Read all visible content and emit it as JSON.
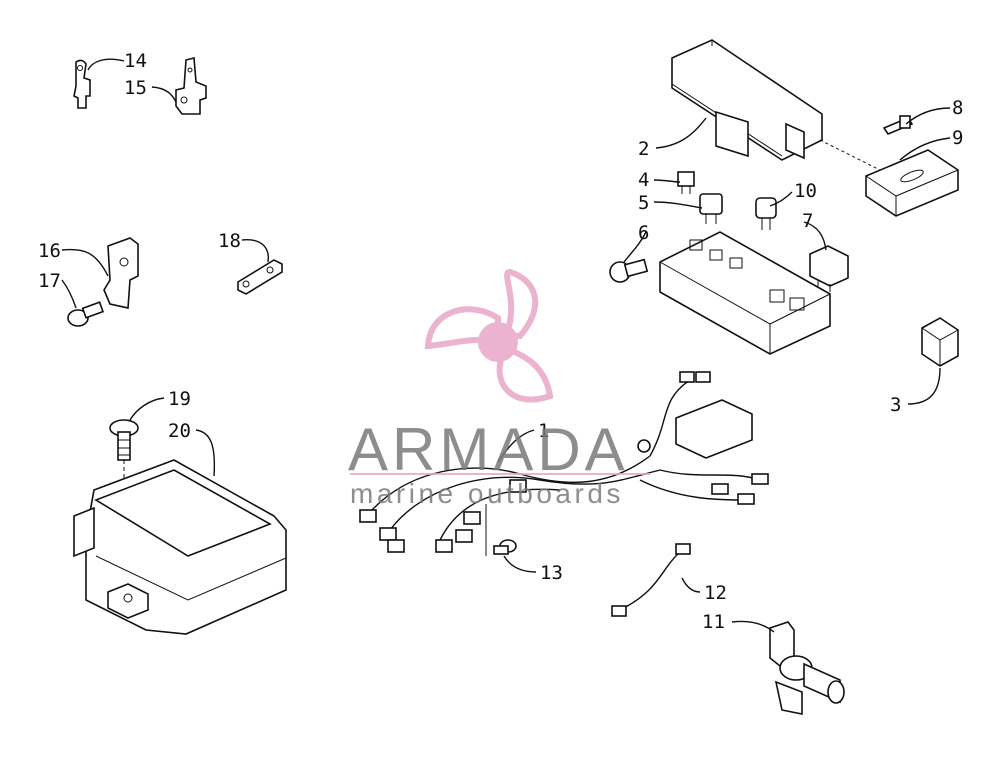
{
  "diagram": {
    "callouts": [
      "1",
      "2",
      "3",
      "4",
      "5",
      "6",
      "7",
      "8",
      "9",
      "10",
      "11",
      "12",
      "13",
      "14",
      "15",
      "16",
      "17",
      "18",
      "19",
      "20"
    ]
  },
  "watermark": {
    "brand": "ARMADA",
    "tagline": "marine outboards",
    "logo_color": "#e8a6c8",
    "text_color": "#7a7a7a"
  }
}
